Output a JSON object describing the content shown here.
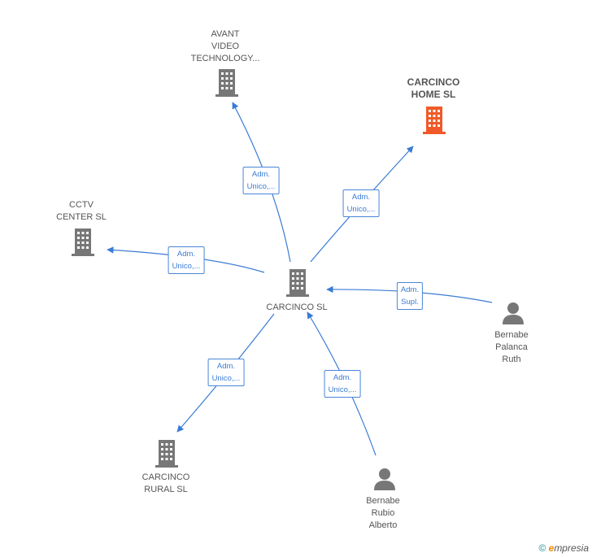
{
  "colors": {
    "edge": "#3a7bd5",
    "company_icon": "#777777",
    "highlight_icon": "#f05a28",
    "person_icon": "#777777"
  },
  "nodes": {
    "carcinco_sl": {
      "type": "company",
      "icon": "building-icon",
      "label": [
        "CARCINCO SL"
      ]
    },
    "avant_video": {
      "type": "company",
      "icon": "building-icon",
      "label": [
        "AVANT",
        "VIDEO",
        "TECHNOLOGY..."
      ]
    },
    "carcinco_home": {
      "type": "company-highlight",
      "icon": "building-icon",
      "label": [
        "CARCINCO",
        "HOME  SL"
      ]
    },
    "cctv_center": {
      "type": "company",
      "icon": "building-icon",
      "label": [
        "CCTV",
        "CENTER SL"
      ]
    },
    "carcinco_rural": {
      "type": "company",
      "icon": "building-icon",
      "label": [
        "CARCINCO",
        "RURAL  SL"
      ]
    },
    "bernabe_palanca": {
      "type": "person",
      "icon": "person-icon",
      "label": [
        "Bernabe",
        "Palanca",
        "Ruth"
      ]
    },
    "bernabe_rubio": {
      "type": "person",
      "icon": "person-icon",
      "label": [
        "Bernabe",
        "Rubio",
        "Alberto"
      ]
    }
  },
  "edges": {
    "to_avant": {
      "label": [
        "Adm.",
        "Unico,..."
      ]
    },
    "to_home": {
      "label": [
        "Adm.",
        "Unico,..."
      ]
    },
    "to_cctv": {
      "label": [
        "Adm.",
        "Unico,..."
      ]
    },
    "to_rural": {
      "label": [
        "Adm.",
        "Unico,..."
      ]
    },
    "from_palanca": {
      "label": [
        "Adm.",
        "Supl."
      ]
    },
    "from_rubio": {
      "label": [
        "Adm.",
        "Unico,..."
      ]
    }
  },
  "footer": {
    "copyright_symbol": "©",
    "brand_initial": "e",
    "brand_rest": "mpresia"
  }
}
